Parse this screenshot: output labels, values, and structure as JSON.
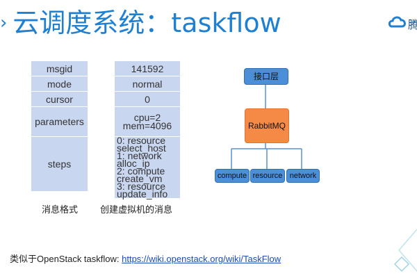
{
  "slide": {
    "title": "云调度系统：taskflow",
    "logo_text": "腾"
  },
  "message_table": {
    "rows": [
      "msgid",
      "mode",
      "cursor",
      "parameters",
      "steps"
    ],
    "caption": "消息格式"
  },
  "value_table": {
    "msgid": "141592",
    "mode": "normal",
    "cursor": "0",
    "parameters": [
      "cpu=2",
      "mem=4096"
    ],
    "steps": [
      "0: resource select_host",
      "1: network alloc_ip",
      "2: compute create_vm",
      "3: resource update_info"
    ],
    "caption": "创建虚拟机的消息"
  },
  "diagram": {
    "top": "接口层",
    "hub": "RabbitMQ",
    "workers": [
      "compute",
      "resource",
      "network"
    ]
  },
  "footer": {
    "prefix": "类似于OpenStack taskflow: ",
    "link": "https://wiki.openstack.org/wiki/TaskFlow"
  },
  "colors": {
    "title": "#1f7fd0",
    "table_cell": "#c9d6f0",
    "node_blue": "#4a8fd8",
    "node_orange": "#f58a47",
    "highlight_value": "#c31fbf"
  }
}
